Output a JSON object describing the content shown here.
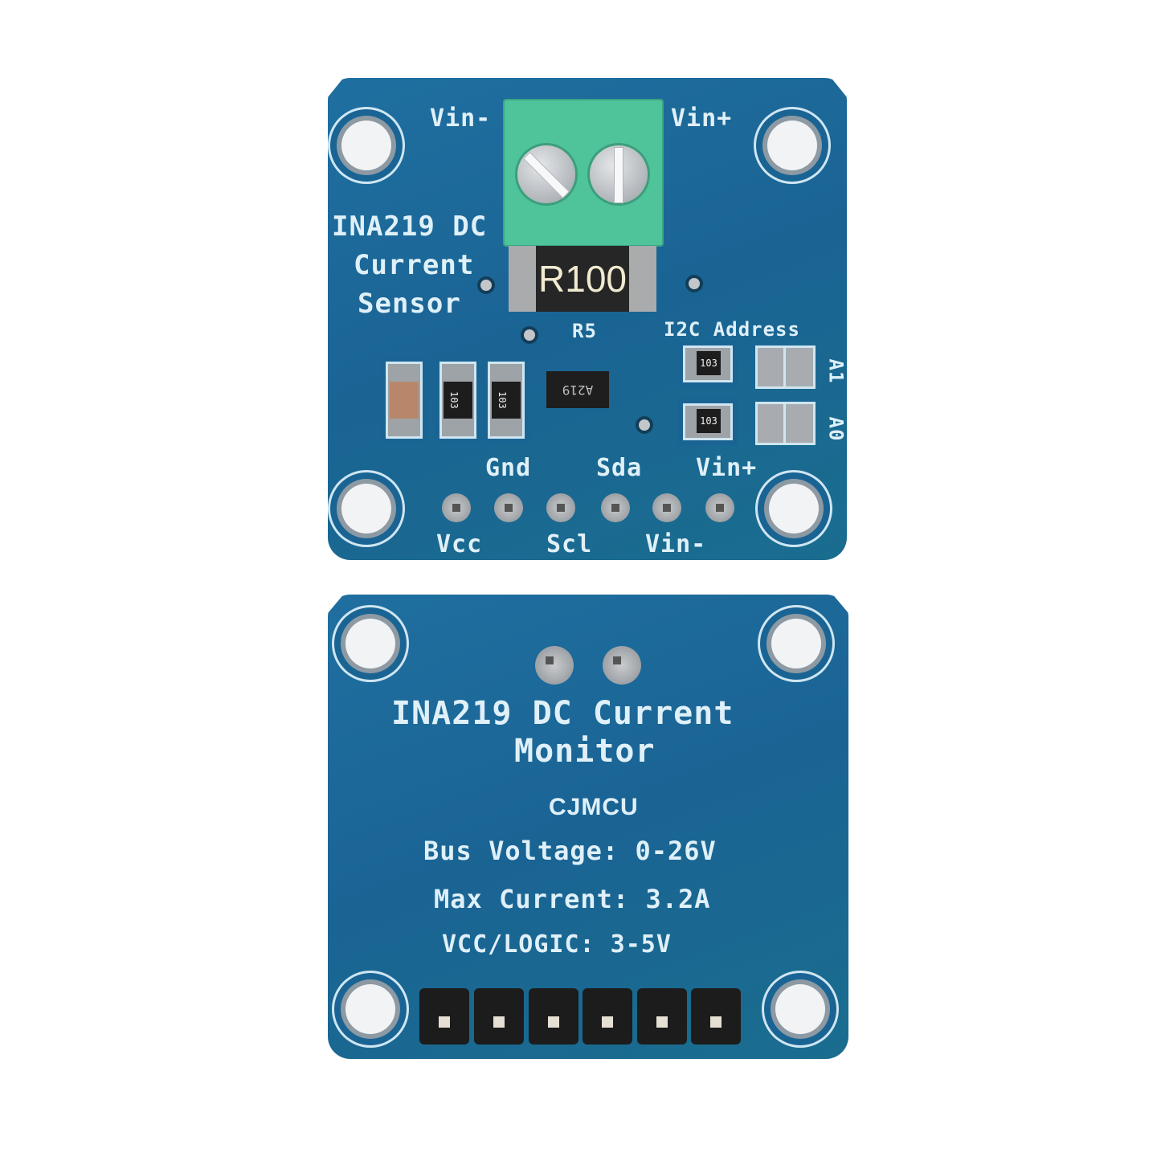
{
  "photo": {
    "subject": "INA219 DC current sensor module, front and back views",
    "background_color": "#ffffff",
    "pcb_color": "#1a6494",
    "silkscreen_color": "#dff0f8",
    "terminal_color": "#4fc39a"
  },
  "front": {
    "label_vin_minus_top": "Vin-",
    "label_vin_plus_top": "Vin+",
    "title_line1": "INA219 DC",
    "title_line2": "Current",
    "title_line3": "Sensor",
    "shunt_marking": "R100",
    "ref_r5": "R5",
    "i2c_label": "I2C Address",
    "jumper_a1": "A1",
    "jumper_a0": "A0",
    "resistor_marking_1": "103",
    "resistor_marking_2": "103",
    "resistor_marking_3": "103",
    "resistor_marking_4": "103",
    "ic_marking": "A219",
    "pin_labels_top": [
      "Gnd",
      "Sda",
      "Vin+"
    ],
    "pin_labels_bottom": [
      "Vcc",
      "Scl",
      "Vin-"
    ]
  },
  "back": {
    "title_line1": "INA219 DC Current",
    "title_line2": "Monitor",
    "brand": "CJMCU",
    "spec_bus_voltage": "Bus Voltage: 0-26V",
    "spec_max_current": "Max Current: 3.2A",
    "spec_vcc_logic": "VCC/LOGIC: 3-5V",
    "header_pin_count": "6"
  }
}
